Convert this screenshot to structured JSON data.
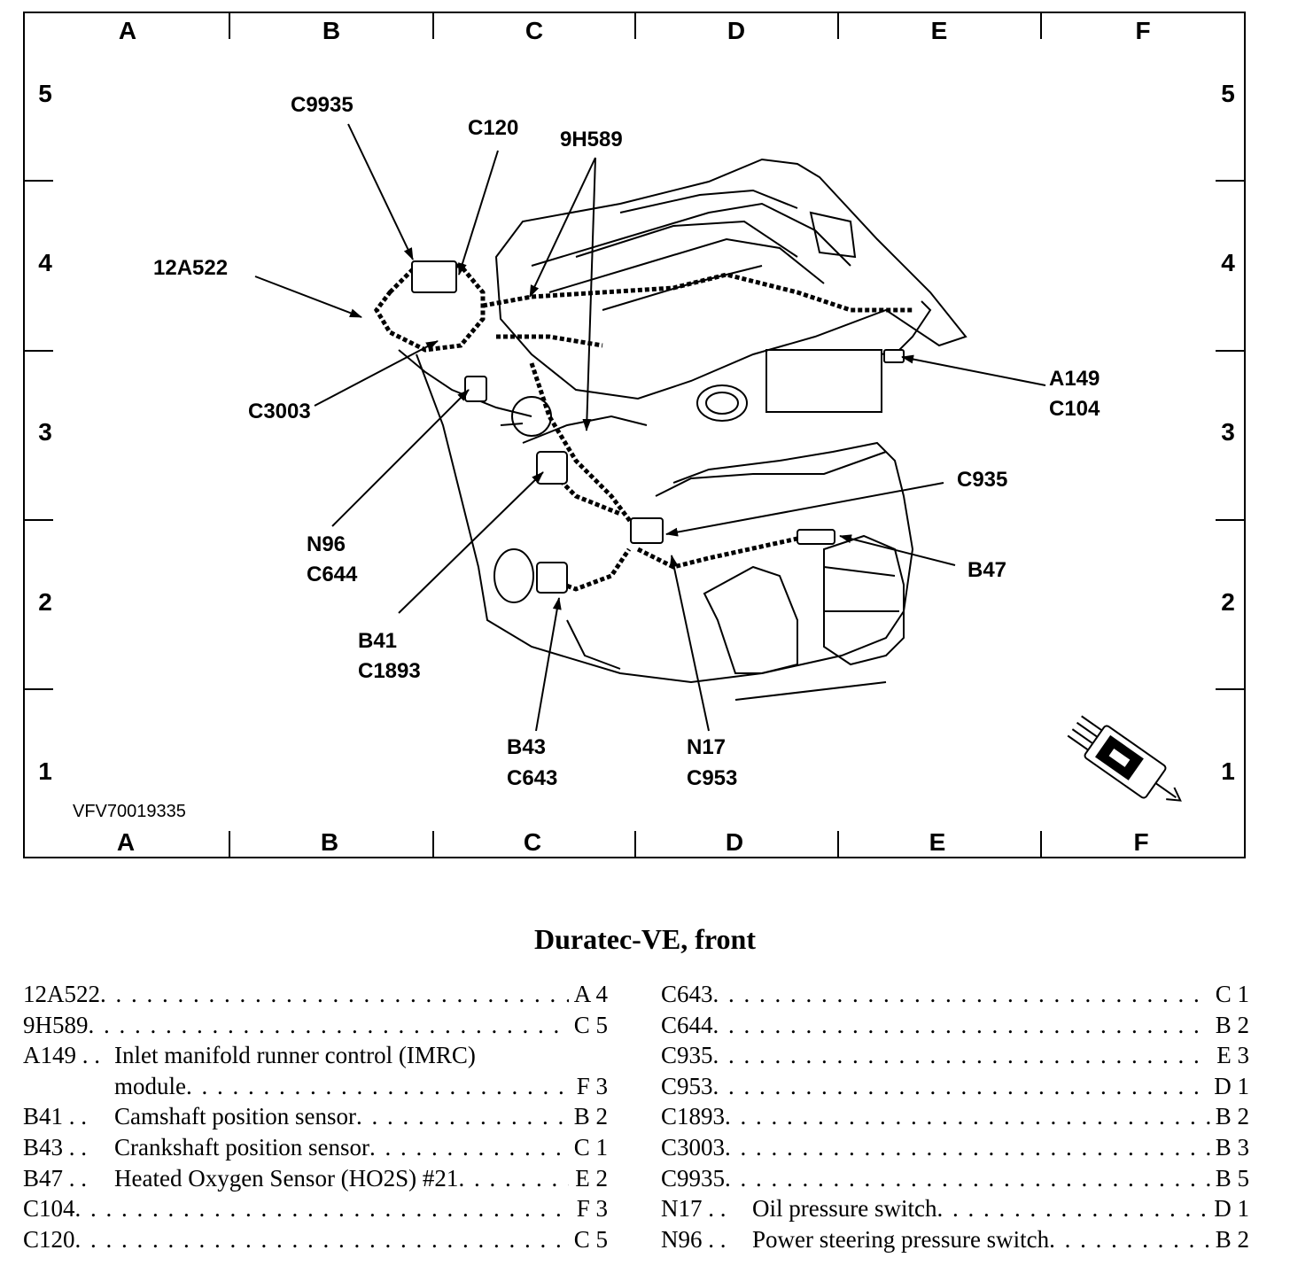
{
  "grid": {
    "columns": [
      "A",
      "B",
      "C",
      "D",
      "E",
      "F"
    ],
    "rows": [
      "5",
      "4",
      "3",
      "2",
      "1"
    ]
  },
  "callouts": [
    {
      "id": "c9935",
      "lines": [
        "C9935"
      ]
    },
    {
      "id": "c120",
      "lines": [
        "C120"
      ]
    },
    {
      "id": "9h589",
      "lines": [
        "9H589"
      ]
    },
    {
      "id": "12a522",
      "lines": [
        "12A522"
      ]
    },
    {
      "id": "c3003",
      "lines": [
        "C3003"
      ]
    },
    {
      "id": "n96",
      "lines": [
        "N96",
        "C644"
      ]
    },
    {
      "id": "b41",
      "lines": [
        "B41",
        "C1893"
      ]
    },
    {
      "id": "b43",
      "lines": [
        "B43",
        "C643"
      ]
    },
    {
      "id": "n17",
      "lines": [
        "N17",
        "C953"
      ]
    },
    {
      "id": "a149",
      "lines": [
        "A149",
        "C104"
      ]
    },
    {
      "id": "c935",
      "lines": [
        "C935"
      ]
    },
    {
      "id": "b47",
      "lines": [
        "B47"
      ]
    }
  ],
  "reference_code": "VFV70019335",
  "connector_icon": "connector-icon",
  "title": "Duratec-VE, front",
  "legend_left": [
    {
      "code": "12A522",
      "desc": "",
      "loc": "A 4"
    },
    {
      "code": "9H589",
      "desc": "",
      "loc": "C 5"
    },
    {
      "code": "A149 . .",
      "desc": "Inlet manifold runner control (IMRC)",
      "desc2": "module",
      "loc": "F 3"
    },
    {
      "code": "B41 . .",
      "desc": "Camshaft position sensor",
      "loc": "B 2"
    },
    {
      "code": "B43 . .",
      "desc": "Crankshaft position sensor",
      "loc": "C 1"
    },
    {
      "code": "B47 . .",
      "desc": "Heated Oxygen Sensor (HO2S) #21",
      "loc": "E 2"
    },
    {
      "code": "C104",
      "desc": "",
      "loc": "F 3"
    },
    {
      "code": "C120",
      "desc": "",
      "loc": "C 5"
    }
  ],
  "legend_right": [
    {
      "code": "C643",
      "desc": "",
      "loc": "C 1"
    },
    {
      "code": "C644",
      "desc": "",
      "loc": "B 2"
    },
    {
      "code": "C935",
      "desc": "",
      "loc": "E 3"
    },
    {
      "code": "C953",
      "desc": "",
      "loc": "D 1"
    },
    {
      "code": "C1893",
      "desc": "",
      "loc": "B 2"
    },
    {
      "code": "C3003",
      "desc": "",
      "loc": "B 3"
    },
    {
      "code": "C9935",
      "desc": "",
      "loc": "B 5"
    },
    {
      "code": "N17 . .",
      "desc": "Oil pressure switch",
      "loc": "D 1"
    },
    {
      "code": "N96 . .",
      "desc": "Power steering pressure switch",
      "loc": "B 2"
    }
  ]
}
